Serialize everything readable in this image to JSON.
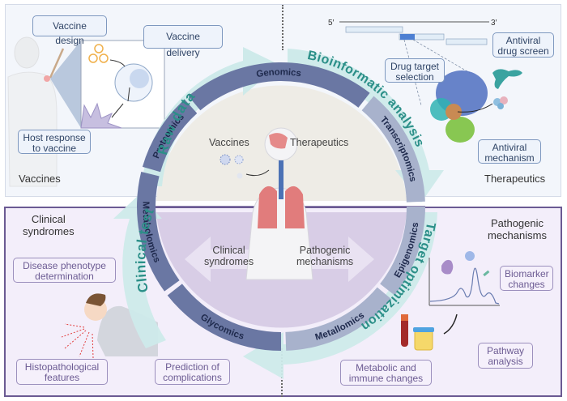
{
  "quadrants": {
    "top_left": {
      "title": "Vaccines",
      "boxes": [
        "Vaccine design",
        "Vaccine delivery",
        "Host response to vaccine"
      ]
    },
    "top_right": {
      "title": "Therapeutics",
      "boxes": [
        "Drug target selection",
        "Antiviral drug screen",
        "Antiviral mechanism"
      ],
      "gene_labels": {
        "five_prime": "5′",
        "three_prime": "3′"
      }
    },
    "bottom_left": {
      "title_line1": "Clinical",
      "title_line2": "syndromes",
      "boxes": [
        "Disease phenotype determination",
        "Histopathological features",
        "Prediction of complications"
      ]
    },
    "bottom_right": {
      "title_line1": "Pathogenic",
      "title_line2": "mechanisms",
      "boxes": [
        "Biomarker changes",
        "Pathway analysis",
        "Metabolic and immune changes"
      ]
    }
  },
  "center": {
    "vaccines": "Vaccines",
    "therapeutics": "Therapeutics",
    "clinical_line1": "Clinical",
    "clinical_line2": "syndromes",
    "pathogenic_line1": "Pathogenic",
    "pathogenic_line2": "mechanisms"
  },
  "omics_ring": [
    {
      "label": "Genomics",
      "color": "#6a77a3"
    },
    {
      "label": "Transcriptomics",
      "color": "#a8b2cc"
    },
    {
      "label": "Epigenomics",
      "color": "#a8b2cc"
    },
    {
      "label": "Metallomics",
      "color": "#a8b2cc"
    },
    {
      "label": "Glycomics",
      "color": "#6a77a3"
    },
    {
      "label": "Metabolomics",
      "color": "#6a77a3"
    },
    {
      "label": "Proteomics",
      "color": "#6a77a3"
    }
  ],
  "cycle_arrows": [
    {
      "label": "Raw data"
    },
    {
      "label": "Bioinformatic analysis"
    },
    {
      "label": "Target optimization"
    },
    {
      "label": "Clinical test"
    }
  ],
  "colors": {
    "teal_text": "#2b8f88",
    "teal_arrow": "#cdeaea",
    "ring_dark": "#6a77a3",
    "ring_light": "#a8b2cc",
    "top_panel_bg": "#f3f6fb",
    "bottom_panel_bg": "#f3eefa",
    "bottom_border": "#6b5a93"
  }
}
